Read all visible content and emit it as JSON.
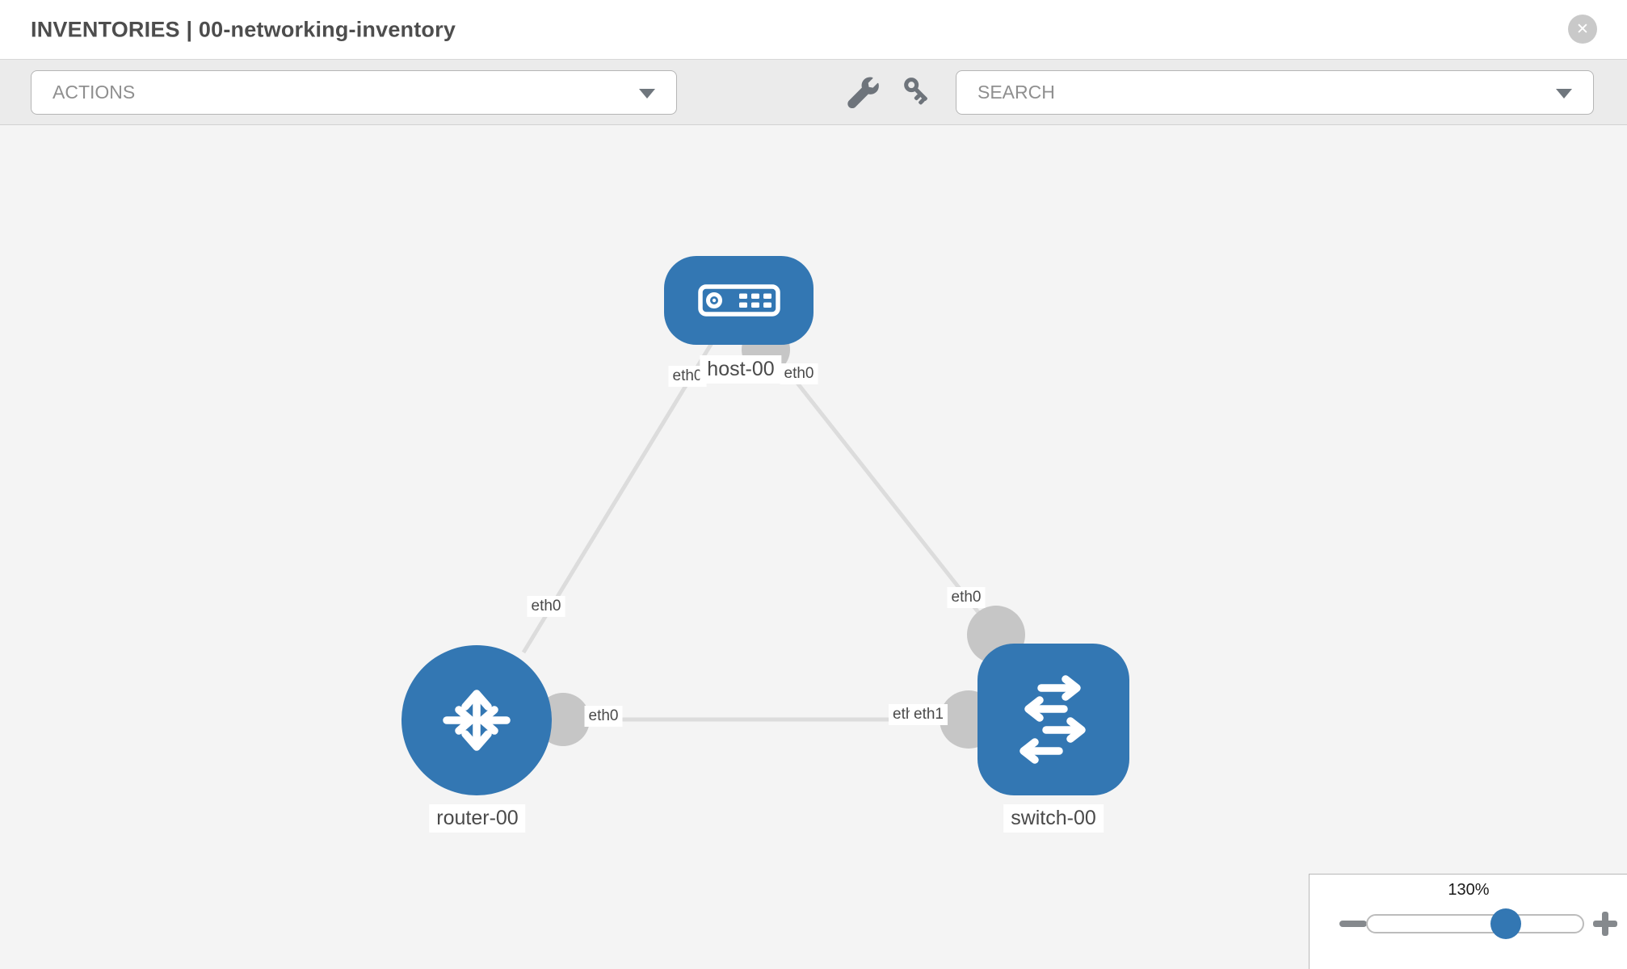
{
  "header": {
    "title": "INVENTORIES | 00-networking-inventory"
  },
  "toolbar": {
    "actions_label": "ACTIONS",
    "search_placeholder": "SEARCH"
  },
  "canvas": {
    "nodes": {
      "host": {
        "label": "host-00",
        "type": "host"
      },
      "router": {
        "label": "router-00",
        "type": "router"
      },
      "switch": {
        "label": "switch-00",
        "type": "switch"
      }
    },
    "links": [
      {
        "from": "host-00",
        "from_if": "eth0",
        "to": "router-00",
        "to_if": "eth0"
      },
      {
        "from": "host-00",
        "from_if": "eth0",
        "to": "switch-00",
        "to_if": "eth0"
      },
      {
        "from": "router-00",
        "from_if": "eth0",
        "to": "switch-00",
        "to_if": "eth1",
        "overlapped_if": "eth0"
      }
    ]
  },
  "zoom_control": {
    "level": "130%"
  },
  "icons": {
    "close": "✕",
    "wrench": "wrench",
    "key": "key",
    "actions_caret": "chevron-down",
    "search_caret": "chevron-down",
    "zoom_out": "minus",
    "zoom_in": "plus"
  },
  "colors": {
    "node_blue": "#3377b3",
    "link_gray": "#dcdcdc",
    "endpoint_gray": "#c6c6c6",
    "canvas_bg": "#f4f4f4",
    "toolbar_bg": "#ebebeb"
  }
}
